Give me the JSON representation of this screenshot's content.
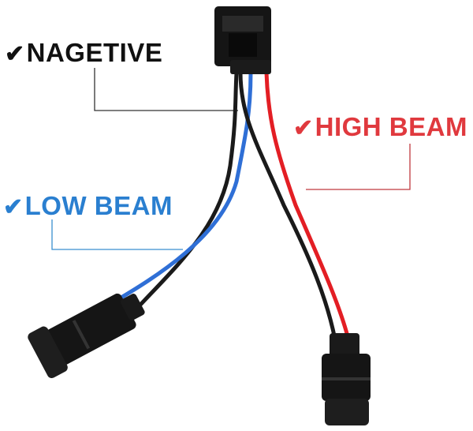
{
  "labels": {
    "negative": {
      "check": "✔",
      "text": "NAGETIVE",
      "color": "#111111"
    },
    "high_beam": {
      "check": "✔",
      "text": "HIGH BEAM",
      "color": "#e0393e"
    },
    "low_beam": {
      "check": "✔",
      "text": "LOW BEAM",
      "color": "#2a7fd0"
    }
  },
  "colors": {
    "black_wire": "#1a1a1a",
    "blue_wire": "#2f6fd6",
    "red_wire": "#e31e24",
    "connector": "#151515"
  }
}
